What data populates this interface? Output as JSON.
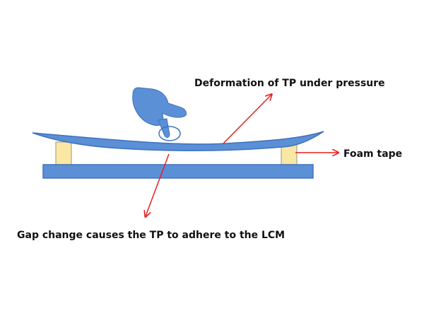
{
  "labels": {
    "deformation": "Deformation of TP under pressure",
    "foam_tape": "Foam tape",
    "gap_change": "Gap change causes the TP to adhere to the LCM"
  },
  "colors": {
    "panel_fill": "#5b8fd6",
    "panel_stroke": "#3f72bf",
    "foam_fill": "#fbe7a4",
    "foam_stroke": "#a7a789",
    "arrow": "#e52020",
    "finger": "#5b8fd6",
    "text": "#111111"
  }
}
